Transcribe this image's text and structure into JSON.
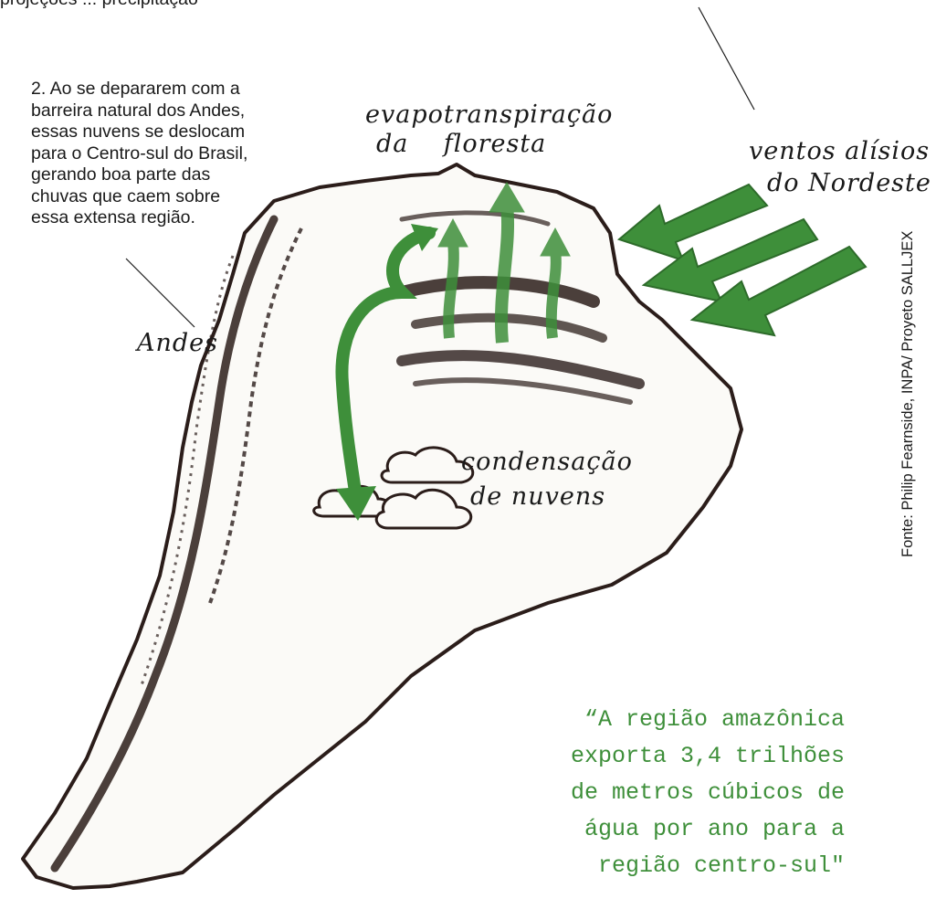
{
  "top_note_partial": "projeções ... precipitação",
  "andes_note": {
    "lines": [
      "2. Ao se depararem com a",
      "barreira natural dos Andes,",
      "essas nuvens se deslocam",
      "para o Centro-sul do Brasil,",
      "gerando boa parte das",
      "chuvas que caem sobre",
      "essa extensa região."
    ]
  },
  "labels": {
    "evapo_line1": "evapotranspiração",
    "evapo_line2": "da    floresta",
    "winds_line1": "ventos alísios",
    "winds_line2": "do Nordeste",
    "andes": "Andes",
    "condensation_line1": "condensação",
    "condensation_line2": "de nuvens"
  },
  "quote": "“A região amazônica\nexporta 3,4 trilhões\nde metros cúbicos de\nágua por ano para a\nregião centro-sul\"",
  "credit": "Fonte: Philip Fearnside, INPA/ Proyeto SALLJEX",
  "colors": {
    "arrow_green": "#3e8f3a",
    "arrow_dark": "#2d6b2a",
    "ink": "#2b1d1a",
    "quote_green": "#3e8f3a"
  }
}
